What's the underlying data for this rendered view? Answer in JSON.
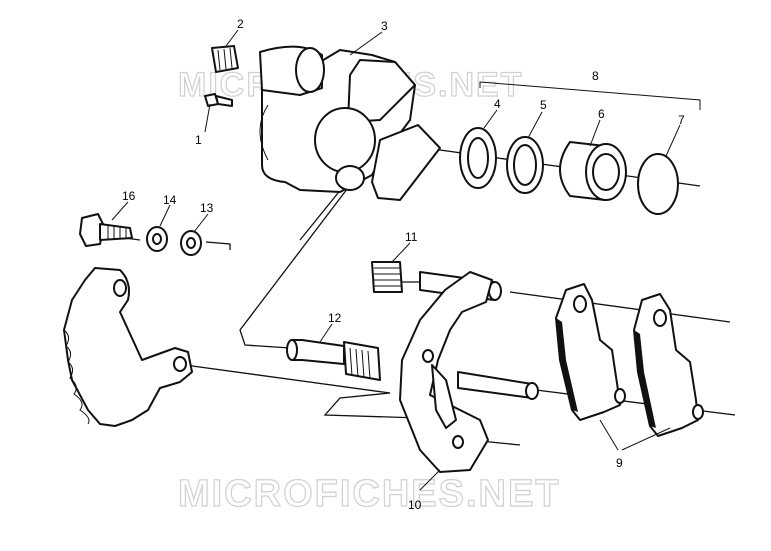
{
  "diagram": {
    "watermark": "MICROFICHES.NET",
    "callouts": [
      {
        "id": "1",
        "label": "1"
      },
      {
        "id": "2",
        "label": "2"
      },
      {
        "id": "3",
        "label": "3"
      },
      {
        "id": "4",
        "label": "4"
      },
      {
        "id": "5",
        "label": "5"
      },
      {
        "id": "6",
        "label": "6"
      },
      {
        "id": "7",
        "label": "7"
      },
      {
        "id": "8",
        "label": "8"
      },
      {
        "id": "9",
        "label": "9"
      },
      {
        "id": "10",
        "label": "10"
      },
      {
        "id": "11",
        "label": "11"
      },
      {
        "id": "12",
        "label": "12"
      },
      {
        "id": "13",
        "label": "13"
      },
      {
        "id": "14",
        "label": "14"
      },
      {
        "id": "16",
        "label": "16"
      }
    ]
  }
}
